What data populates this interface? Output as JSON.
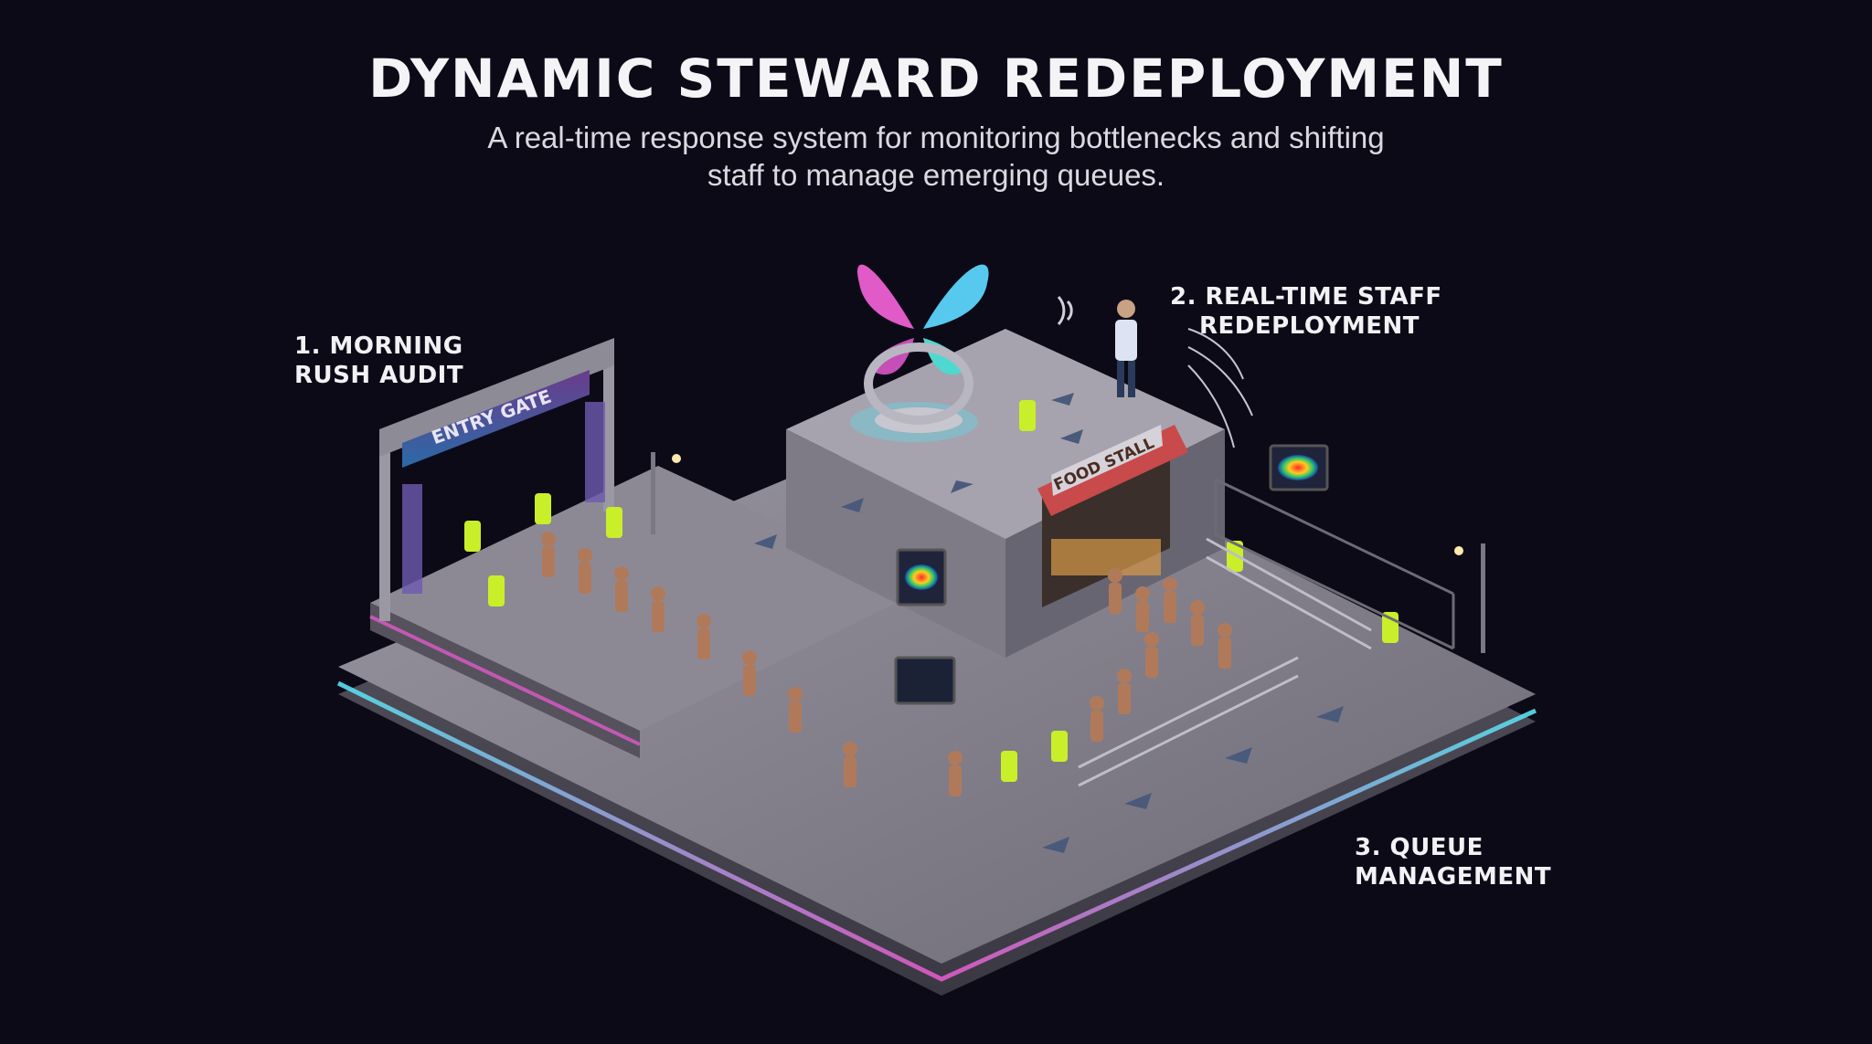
{
  "header": {
    "title": "DYNAMIC STEWARD REDEPLOYMENT",
    "subtitle_line1": "A real-time response system for monitoring bottlenecks and shifting",
    "subtitle_line2": "staff to manage emerging queues."
  },
  "callouts": [
    {
      "line1": "1. MORNING",
      "line2": "RUSH AUDIT"
    },
    {
      "line1": "2. REAL-TIME STAFF",
      "line2": "REDEPLOYMENT"
    },
    {
      "line1": "3. QUEUE",
      "line2": "MANAGEMENT"
    }
  ],
  "signs": {
    "entry_gate": "ENTRY GATE",
    "food_stall": "FOOD STALL"
  },
  "colors": {
    "background": "#0c0a17",
    "platform": "#7d7a86",
    "neon_pink": "#e05ac8",
    "neon_cyan": "#58e0ee",
    "vest": "#c8ef2a",
    "crowd": "#b07a5a"
  },
  "icons": [
    "butterfly-sculpture-icon",
    "heatmap-screen-icon",
    "direction-arrow-icon",
    "radio-signal-icon"
  ]
}
